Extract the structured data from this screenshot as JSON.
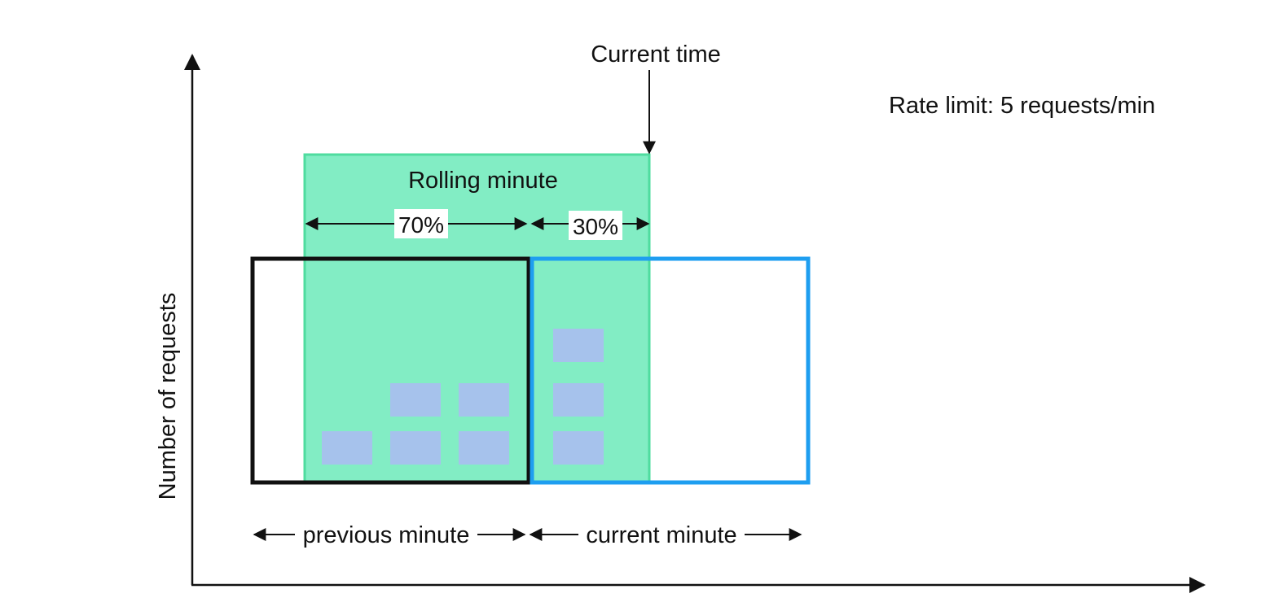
{
  "labels": {
    "current_time": "Current time",
    "rate_limit": "Rate limit: 5 requests/min",
    "rolling_minute": "Rolling minute",
    "pct_left": "70%",
    "pct_right": "30%",
    "y_axis": "Number of requests",
    "previous_minute": "previous minute",
    "current_minute": "current minute"
  },
  "windows": {
    "previous_minute_requests": 5,
    "current_minute_requests": 3,
    "previous_overlap_fraction": 0.7,
    "current_overlap_fraction": 0.3
  },
  "colors": {
    "rolling_fill": "#82edc4",
    "rolling_stroke": "#4fdc9f",
    "previous_box": "#111111",
    "current_box": "#1e9ef0",
    "request_block": "#a6c2ec",
    "axis": "#111111",
    "background": "#ffffff"
  }
}
